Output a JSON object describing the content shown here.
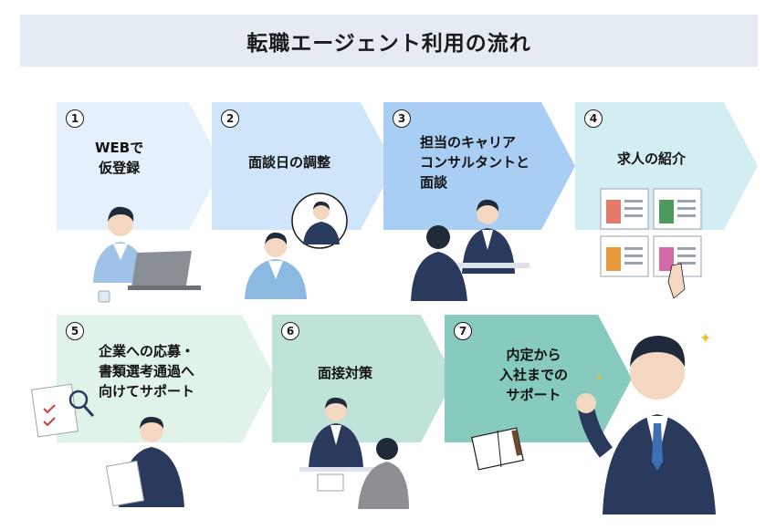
{
  "title": "転職エージェント利用の流れ",
  "steps": [
    {
      "num": "1",
      "label": "WEBで\n仮登録",
      "color": "#e4f1fc"
    },
    {
      "num": "2",
      "label": "面談日の調整",
      "color": "#cfe6fa"
    },
    {
      "num": "3",
      "label": "担当のキャリア\nコンサルタントと\n面談",
      "color": "#a8cef3"
    },
    {
      "num": "4",
      "label": "求人の紹介",
      "color": "#d3eef3"
    },
    {
      "num": "5",
      "label": "企業への応募・\n書類選考通過へ\n向けてサポート",
      "color": "#e0f3e8"
    },
    {
      "num": "6",
      "label": "面接対策",
      "color": "#bfe3d8"
    },
    {
      "num": "7",
      "label": "内定から\n入社までの\nサポート",
      "color": "#86cbbd"
    }
  ],
  "colors": {
    "suit": "#2a3a5c",
    "skin": "#f4d7c0",
    "hair": "#1f2a3a",
    "accent_blue": "#3d6fb5"
  }
}
